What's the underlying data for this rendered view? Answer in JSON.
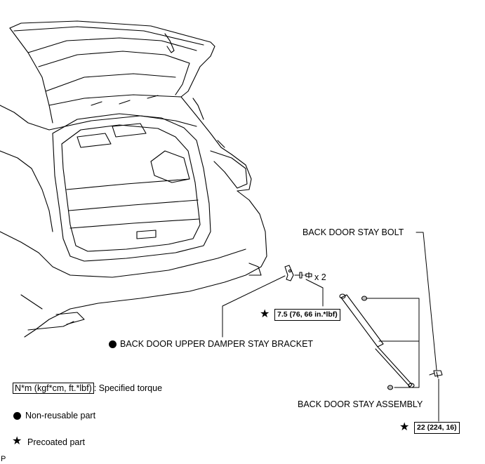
{
  "labels": {
    "back_door_stay_bolt": "BACK DOOR STAY BOLT",
    "upper_damper_stay_bracket": "BACK DOOR UPPER DAMPER STAY BRACKET",
    "back_door_stay_assembly": "BACK DOOR STAY ASSEMBLY",
    "quantity": "x 2"
  },
  "torques": {
    "bracket_bolt": "7.5 (76, 66 in.*lbf)",
    "stay_bolt": "22 (224, 16)"
  },
  "legend": {
    "torque_unit": "N*m (kgf*cm, ft.*lbf)",
    "torque_text": ": Specified torque",
    "non_reusable": "Non-reusable part",
    "precoated": "Precoated part"
  },
  "corner_mark": "P",
  "symbols": {
    "star": "★",
    "non_reusable_icon": "black-circle-icon",
    "precoated_icon": "black-star-icon"
  }
}
